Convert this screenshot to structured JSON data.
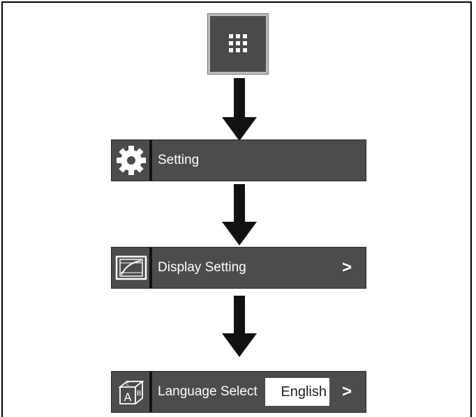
{
  "apps_button": {
    "icon": "apps-grid-icon"
  },
  "menu": {
    "setting": {
      "label": "Setting",
      "icon": "gear-icon"
    },
    "display_setting": {
      "label": "Display Setting",
      "icon": "display-icon",
      "chevron": ">"
    },
    "language_select": {
      "label": "Language Select",
      "icon": "language-abc-icon",
      "value": "English",
      "chevron": ">"
    }
  },
  "colors": {
    "bar_background": "#4c4c4c",
    "arrow": "#111111",
    "text": "#ffffff"
  }
}
